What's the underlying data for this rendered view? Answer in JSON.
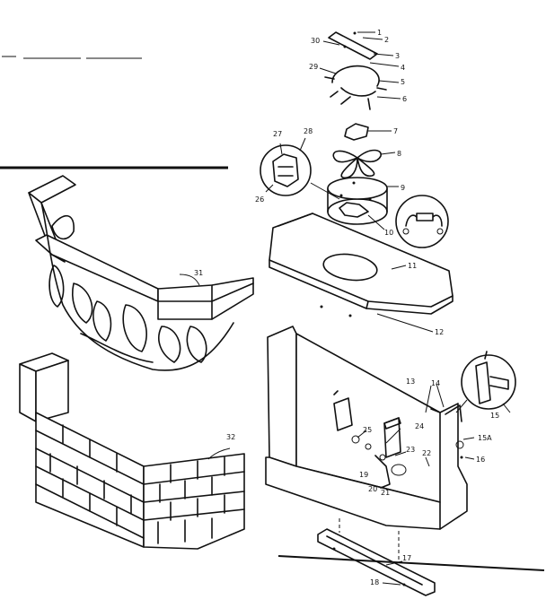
{
  "diagram": {
    "part_numbers": [
      "1",
      "2",
      "3",
      "4",
      "5",
      "6",
      "7",
      "8",
      "9",
      "10",
      "11",
      "12",
      "13",
      "14",
      "15",
      "15A",
      "16",
      "17",
      "18",
      "19",
      "20",
      "21",
      "22",
      "23",
      "24",
      "25",
      "26",
      "27",
      "28",
      "29",
      "30",
      "31",
      "32"
    ]
  }
}
